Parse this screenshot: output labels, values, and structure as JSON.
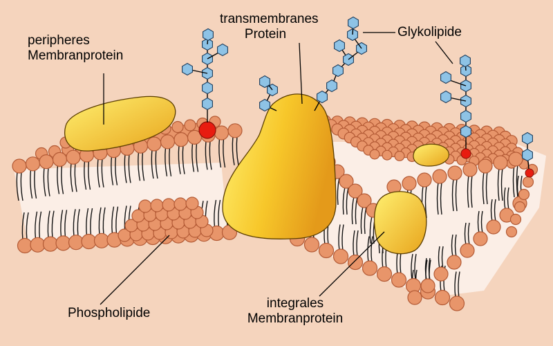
{
  "labels": {
    "peripheral_protein": [
      "peripheres",
      "Membranprotein"
    ],
    "transmembrane_protein": [
      "transmembranes",
      "Protein"
    ],
    "glycolipids": "Glykolipide",
    "phospholipids": "Phospholipide",
    "integral_protein": [
      "integrales",
      "Membranprotein"
    ]
  },
  "colors": {
    "background": "#f5d4bd",
    "phospholipid_head": "#e8956a",
    "phospholipid_head_edge": "#b35a35",
    "glycolipid_head": "#e81c10",
    "protein_light": "#fff060",
    "protein_dark": "#e8a41c",
    "sugar": "#8ec3e6",
    "tail": "#111111"
  }
}
